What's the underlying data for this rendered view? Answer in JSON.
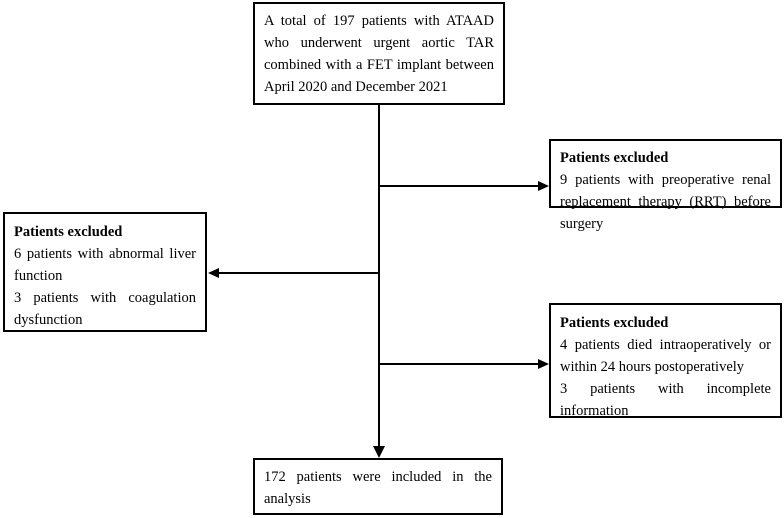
{
  "nodes": {
    "start": {
      "text": "A total of 197 patients with ATAAD who underwent urgent aortic TAR combined with a FET implant between April 2020 and December 2021"
    },
    "exclusion_rrt": {
      "title": "Patients excluded",
      "line1": "9 patients with preoperative renal replacement therapy (RRT) before surgery"
    },
    "exclusion_liver": {
      "title": "Patients excluded",
      "line1": "6 patients with abnormal liver function",
      "line2": "3 patients with coagulation dysfunction"
    },
    "exclusion_death": {
      "title": "Patients excluded",
      "line1": "4 patients died intraoperatively or within 24 hours postoperatively",
      "line2": "3 patients with incomplete information"
    },
    "final": {
      "text": "172 patients were included in the analysis"
    }
  },
  "colors": {
    "line": "#000000",
    "box_border": "#000000",
    "background": "#ffffff"
  }
}
